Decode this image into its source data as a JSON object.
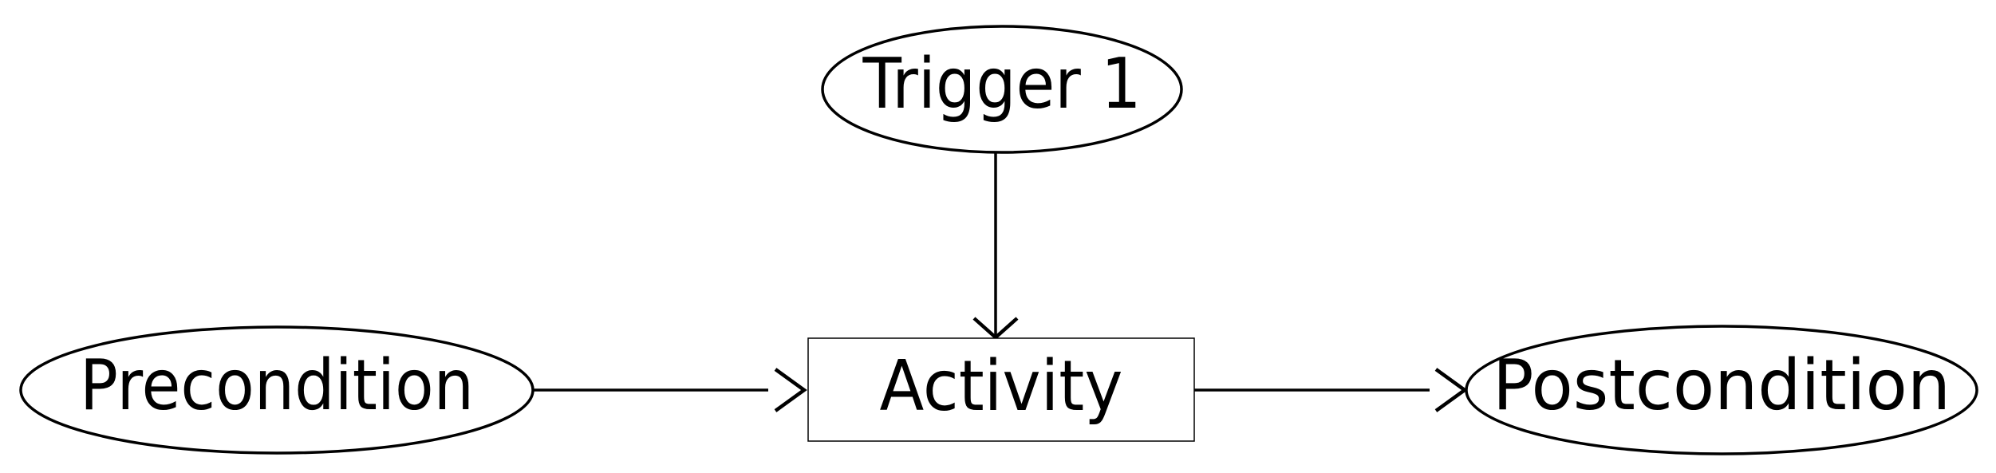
{
  "diagram": {
    "type": "flow-diagram",
    "background_color": "#ffffff",
    "line_color": "#000000",
    "text_color": "#000000",
    "nodes": [
      {
        "id": "precondition",
        "label": "Precondition",
        "shape": "ellipse"
      },
      {
        "id": "trigger",
        "label": "Trigger 1",
        "shape": "ellipse"
      },
      {
        "id": "activity",
        "label": "Activity",
        "shape": "rectangle"
      },
      {
        "id": "postcondition",
        "label": "Postcondition",
        "shape": "ellipse"
      }
    ],
    "edges": [
      {
        "from": "precondition",
        "to": "activity",
        "direction": "right",
        "arrow_style": "open-vee"
      },
      {
        "from": "trigger",
        "to": "activity",
        "direction": "down",
        "arrow_style": "open-vee"
      },
      {
        "from": "activity",
        "to": "postcondition",
        "direction": "right",
        "arrow_style": "open-vee"
      }
    ]
  }
}
